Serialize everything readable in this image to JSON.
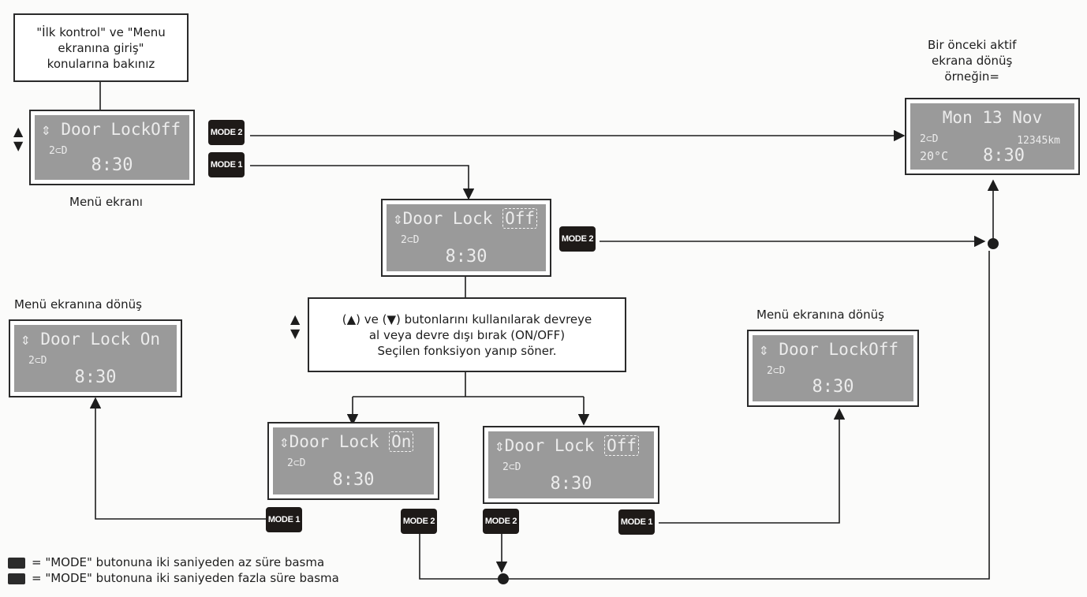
{
  "notes": {
    "top_left": [
      "\"İlk kontrol\" ve \"Menu",
      "ekranına giriş\"",
      "konularına bakınız"
    ],
    "center_instruction": [
      "(▲) ve (▼) butonlarını kullanılarak devreye",
      "al veya devre dışı bırak (ON/OFF)",
      "Seçilen fonksiyon yanıp söner."
    ]
  },
  "captions": {
    "menu_screen": "Menü ekranı",
    "back_to_menu_left": "Menü ekranına dönüş",
    "back_to_menu_right": "Menü ekranına dönüş",
    "prev_screen": [
      "Bir önceki aktif",
      "ekrana dönüş",
      "örneğin="
    ]
  },
  "screens": {
    "menu": {
      "icon": "⇕",
      "label": "Door LockOff",
      "sub": "2⊂D",
      "time": "8:30"
    },
    "edit": {
      "icon": "⇕",
      "label": "Door Lock",
      "value": "Off",
      "sub": "2⊂D",
      "time": "8:30"
    },
    "left_return": {
      "icon": "⇕",
      "label": "Door Lock On",
      "sub": "2⊂D",
      "time": "8:30"
    },
    "on_choice": {
      "icon": "⇕",
      "label": "Door Lock",
      "value": "On",
      "sub": "2⊂D",
      "time": "8:30"
    },
    "off_choice": {
      "icon": "⇕",
      "label": "Door Lock",
      "value": "Off",
      "sub": "2⊂D",
      "time": "8:30"
    },
    "right_return": {
      "icon": "⇕",
      "label": "Door LockOff",
      "sub": "2⊂D",
      "time": "8:30"
    },
    "previous": {
      "line1": "Mon 13 Nov",
      "sub": "2⊂D",
      "odo": "12345km",
      "temp": "20°C",
      "time": "8:30"
    }
  },
  "mode_buttons": {
    "mode1": "MODE 1",
    "mode2": "MODE 2"
  },
  "arrow_glyphs": {
    "up": "▲",
    "down": "▼"
  },
  "legend": [
    "= \"MODE\" butonuna iki saniyeden az süre basma",
    "= \"MODE\" butonuna iki saniyeden fazla süre basma"
  ]
}
